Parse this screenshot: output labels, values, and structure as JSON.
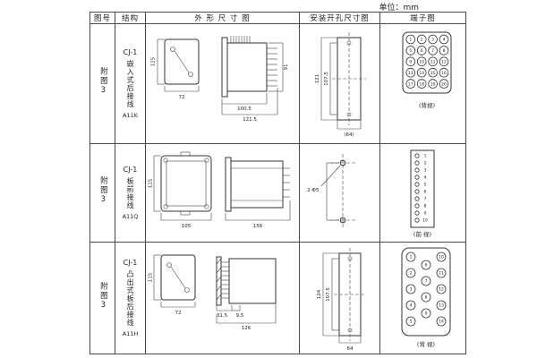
{
  "page": {
    "unit_label": "单位：mm"
  },
  "headers": {
    "fig_no": "图号",
    "structure": "结构",
    "outline": "外 形 尺 寸 图",
    "mounting": "安装开孔尺寸图",
    "terminal": "端子图"
  },
  "rows": [
    {
      "fig_no": "附图3",
      "model": "CJ-1",
      "structure": "嵌入式后接线",
      "code": "A11K",
      "outline": {
        "height": "115",
        "width": "72",
        "body_len": "100.5",
        "total_len": "121.5",
        "side_h": "91"
      },
      "mounting": {
        "inner": "107.5",
        "outer": "121",
        "width": "(64)"
      },
      "terminal": {
        "numbers": [
          1,
          2,
          3,
          4,
          5,
          6,
          7,
          8,
          9,
          10,
          11,
          12,
          13,
          14,
          15,
          16,
          17,
          18,
          19,
          20
        ],
        "view": "(背视)"
      }
    },
    {
      "fig_no": "附图3",
      "model": "CJ-1",
      "structure": "板前接线",
      "code": "A11Q",
      "outline": {
        "height": "115",
        "width": "105",
        "total_len": "156"
      },
      "mounting": {
        "holes": "2-Φ5"
      },
      "terminal": {
        "numbers": [
          1,
          2,
          3,
          4,
          5,
          6,
          7,
          8,
          9,
          10
        ],
        "view": "(前 视)"
      }
    },
    {
      "fig_no": "附图3",
      "model": "CJ-1",
      "structure": "凸出式板后接线",
      "code": "A11H",
      "outline": {
        "height": "115",
        "width": "72",
        "seg1": "31.5",
        "seg2": "9.5",
        "total_len": "126"
      },
      "mounting": {
        "inner": "107.5",
        "outer": "124",
        "width": "64"
      },
      "terminal": {
        "numbers": [
          1,
          2,
          3,
          4,
          5,
          6,
          7,
          8,
          9,
          10,
          11,
          12,
          13,
          14
        ],
        "view": "(背 视)"
      }
    }
  ]
}
